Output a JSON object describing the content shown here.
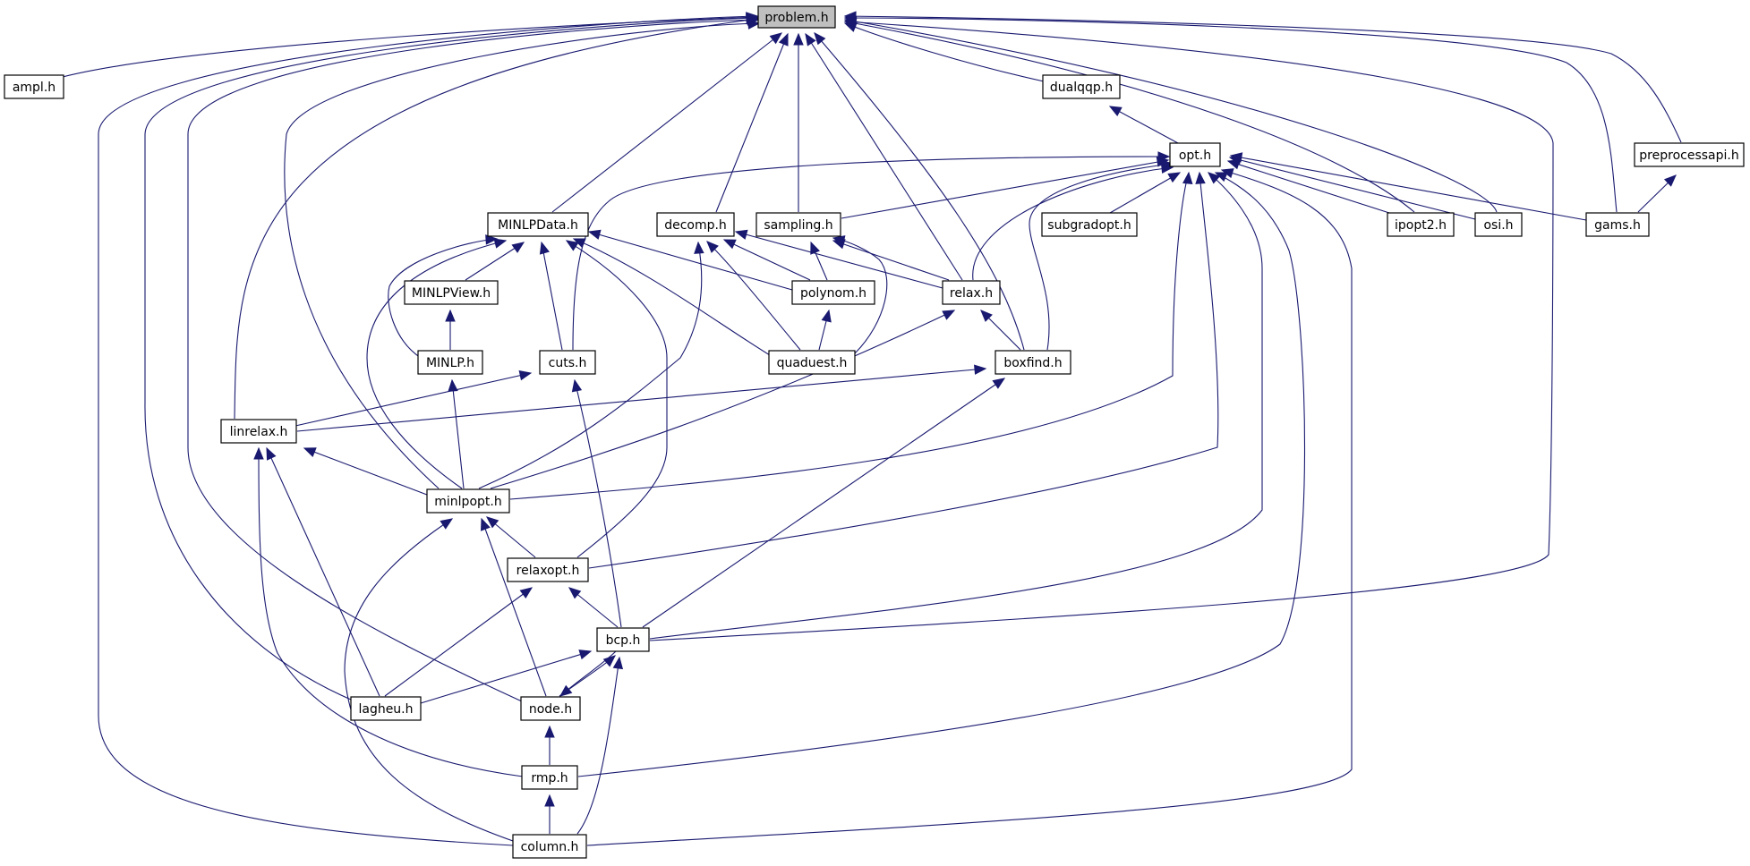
{
  "graph": {
    "colors": {
      "edge": "#191970",
      "node_border": "#000000",
      "node_fill": "#ffffff",
      "highlight_fill": "#bfbfbf"
    },
    "nodes": [
      {
        "id": "problem",
        "label": "problem.h",
        "highlighted": true
      },
      {
        "id": "ampl",
        "label": "ampl.h"
      },
      {
        "id": "dualqqp",
        "label": "dualqqp.h"
      },
      {
        "id": "opt",
        "label": "opt.h"
      },
      {
        "id": "preprocessapi",
        "label": "preprocessapi.h"
      },
      {
        "id": "minlpdata",
        "label": "MINLPData.h"
      },
      {
        "id": "decomp",
        "label": "decomp.h"
      },
      {
        "id": "sampling",
        "label": "sampling.h"
      },
      {
        "id": "subgradopt",
        "label": "subgradopt.h"
      },
      {
        "id": "ipopt2",
        "label": "ipopt2.h"
      },
      {
        "id": "osi",
        "label": "osi.h"
      },
      {
        "id": "gams",
        "label": "gams.h"
      },
      {
        "id": "minlpview",
        "label": "MINLPView.h"
      },
      {
        "id": "polynom",
        "label": "polynom.h"
      },
      {
        "id": "relax",
        "label": "relax.h"
      },
      {
        "id": "minlp",
        "label": "MINLP.h"
      },
      {
        "id": "cuts",
        "label": "cuts.h"
      },
      {
        "id": "quaduest",
        "label": "quaduest.h"
      },
      {
        "id": "boxfind",
        "label": "boxfind.h"
      },
      {
        "id": "linrelax",
        "label": "linrelax.h"
      },
      {
        "id": "minlpopt",
        "label": "minlpopt.h"
      },
      {
        "id": "relaxopt",
        "label": "relaxopt.h"
      },
      {
        "id": "bcp",
        "label": "bcp.h"
      },
      {
        "id": "lagheu",
        "label": "lagheu.h"
      },
      {
        "id": "node",
        "label": "node.h"
      },
      {
        "id": "rmp",
        "label": "rmp.h"
      },
      {
        "id": "column",
        "label": "column.h"
      }
    ]
  }
}
